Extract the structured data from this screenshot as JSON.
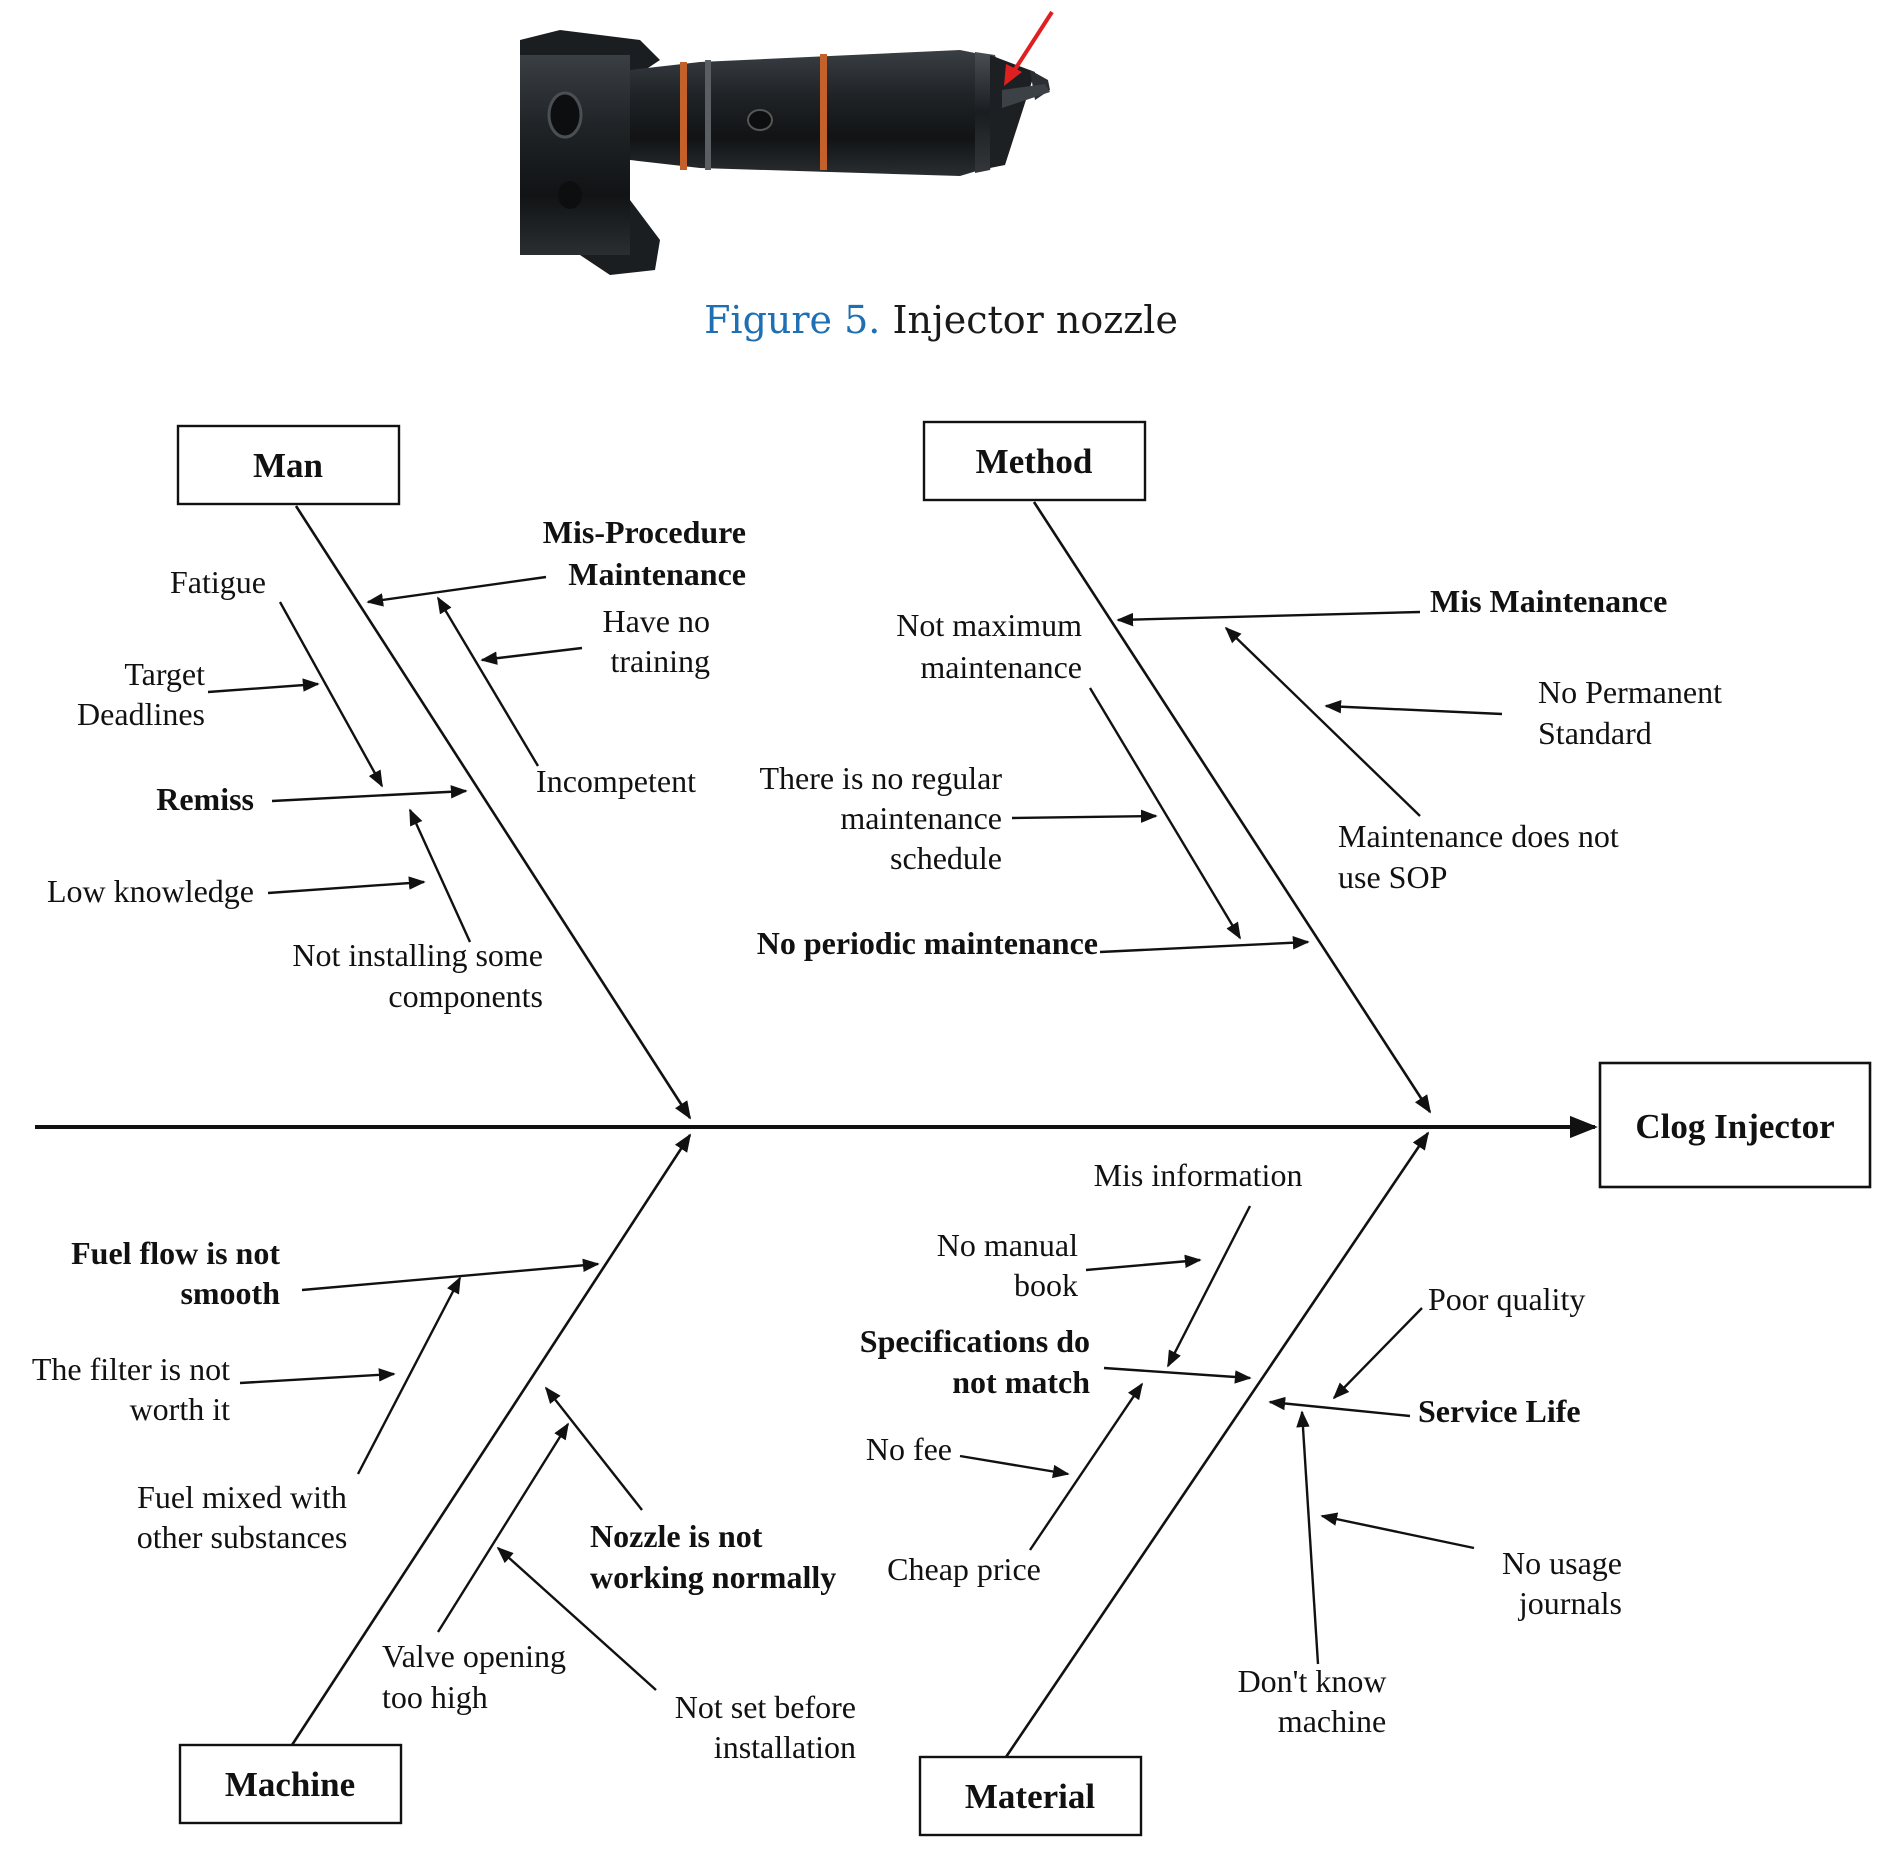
{
  "figure": {
    "number_label": "Figure 5.",
    "title": "Injector nozzle"
  },
  "photo": {
    "subject": "injector-nozzle",
    "body_color": "#1c1f22",
    "ring_color": "#c4612a",
    "arrow_color": "#e02020"
  },
  "diagram": {
    "effect": "Clog Injector",
    "categories": {
      "man": "Man",
      "method": "Method",
      "machine": "Machine",
      "material": "Material"
    },
    "man": {
      "fatigue": "Fatigue",
      "target_1": "Target",
      "target_2": "Deadlines",
      "remiss": "Remiss",
      "low_knowledge": "Low knowledge",
      "not_installing_1": "Not installing some",
      "not_installing_2": "components",
      "misprocedure_1": "Mis-Procedure",
      "misprocedure_2": "Maintenance",
      "no_training_1": "Have no",
      "no_training_2": "training",
      "incompetent": "Incompetent"
    },
    "method": {
      "not_max_1": "Not maximum",
      "not_max_2": "maintenance",
      "no_regular_1": "There is no regular",
      "no_regular_2": "maintenance",
      "no_regular_3": "schedule",
      "no_periodic": "No periodic maintenance",
      "mis_maintenance": "Mis Maintenance",
      "no_permanent_1": "No Permanent",
      "no_permanent_2": "Standard",
      "no_sop_1": "Maintenance does not",
      "no_sop_2": "use SOP"
    },
    "machine": {
      "fuel_flow_1": "Fuel flow is not",
      "fuel_flow_2": "smooth",
      "filter_1": "The filter is not",
      "filter_2": "worth it",
      "mixed_1": "Fuel mixed with",
      "mixed_2": "other substances",
      "nozzle_1": "Nozzle is not",
      "nozzle_2": "working normally",
      "valve_1": "Valve opening",
      "valve_2": "too high",
      "not_set_1": "Not set before",
      "not_set_2": "installation"
    },
    "material": {
      "mis_information": "Mis information",
      "manual_1": "No manual",
      "manual_2": "book",
      "spec_1": "Specifications do",
      "spec_2": "not match",
      "no_fee": "No fee",
      "cheap_price": "Cheap price",
      "poor_quality": "Poor quality",
      "service_life": "Service Life",
      "journals_1": "No usage",
      "journals_2": "journals",
      "dont_know_1": "Don't know",
      "dont_know_2": "machine"
    }
  }
}
